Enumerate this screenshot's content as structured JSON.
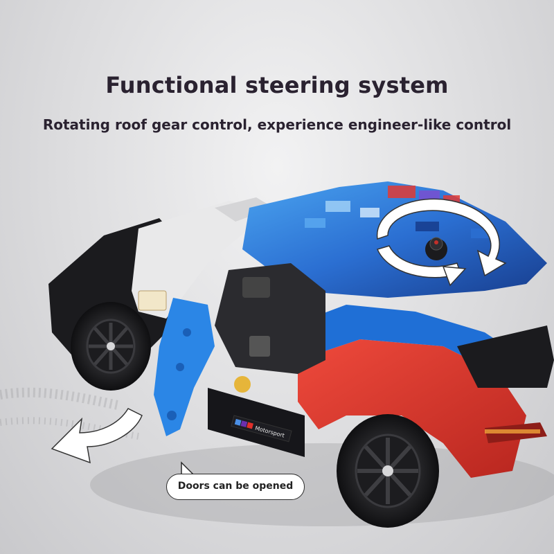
{
  "header": {
    "title": "Functional steering system",
    "subtitle": "Rotating roof gear control, experience engineer-like control"
  },
  "badge": {
    "brand_text": "Motorsport"
  },
  "callout": {
    "text": "Doors can be opened"
  },
  "icons": {
    "rotate": "rotate-arrow-icon",
    "door": "door-open-arrow-icon"
  },
  "colors": {
    "title_text": "#2a2230",
    "body_red": "#d9342b",
    "body_blue": "#1f6fd6",
    "body_black": "#1b1b1e",
    "panel_white": "#e9e9ea"
  }
}
